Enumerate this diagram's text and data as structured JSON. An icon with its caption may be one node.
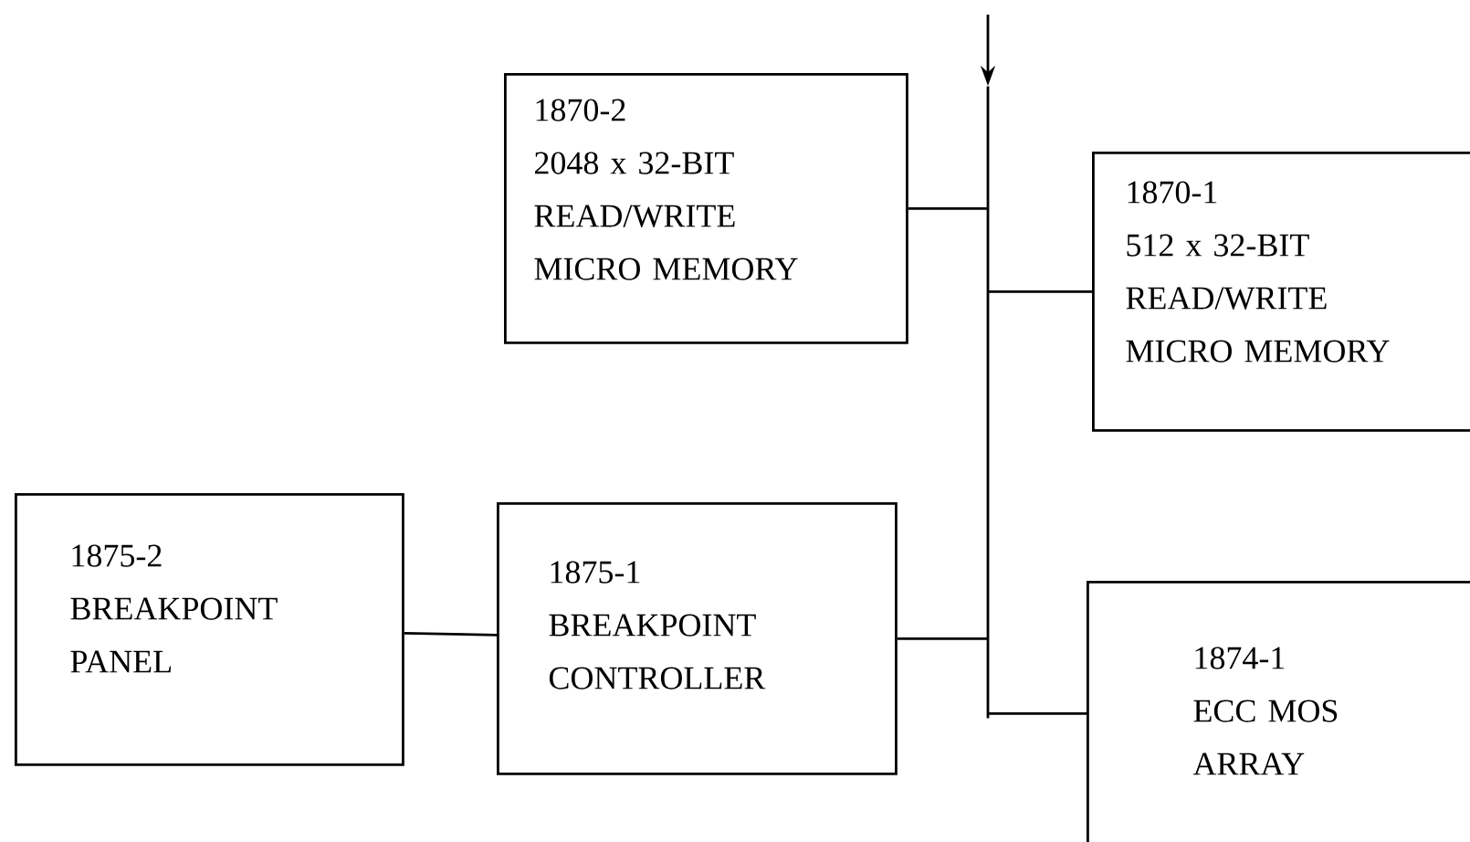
{
  "diagram": {
    "nodes": [
      {
        "text": [
          "1870-2",
          "2048 x 32-BIT READ/WRITE MICRO MEMORY"
        ]
      },
      {
        "text": [
          "1870-1",
          "512 x 32-BIT READ/WRITE MICRO MEMORY"
        ]
      },
      {
        "text": [
          "1875-2",
          "BREAKPOINT PANEL"
        ]
      },
      {
        "text": [
          "1875-1",
          "BREAKPOINT CONTROLLER"
        ]
      },
      {
        "text": [
          "1874-1",
          "ECC MOS ARRAY"
        ]
      },
      {
        "text": [],
        "shape": "bar"
      }
    ],
    "edges": [
      {
        "from": null,
        "to": 5,
        "arrow": "to"
      },
      {
        "from": 5,
        "to": 0,
        "arrow": "none"
      },
      {
        "from": 5,
        "to": 1,
        "arrow": "none"
      },
      {
        "from": 5,
        "to": 3,
        "arrow": "none"
      },
      {
        "from": 5,
        "to": 4,
        "arrow": "none"
      },
      {
        "from": 2,
        "to": 3,
        "arrow": "none"
      }
    ]
  }
}
